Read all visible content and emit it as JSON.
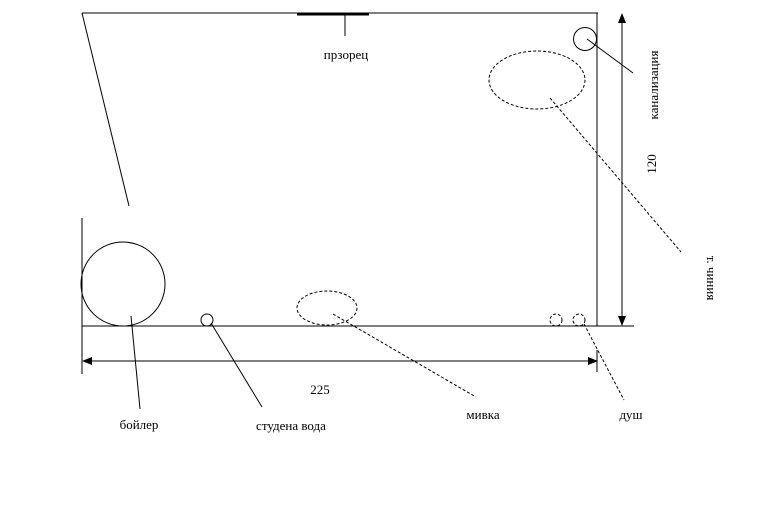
{
  "labels": {
    "window": "прзорец",
    "sewer": "канализация",
    "depth": "120",
    "toilet": "т. чиния",
    "width": "225",
    "boiler": "бойлер",
    "cold_water": "студена вода",
    "sink": "мивка",
    "shower": "душ"
  }
}
